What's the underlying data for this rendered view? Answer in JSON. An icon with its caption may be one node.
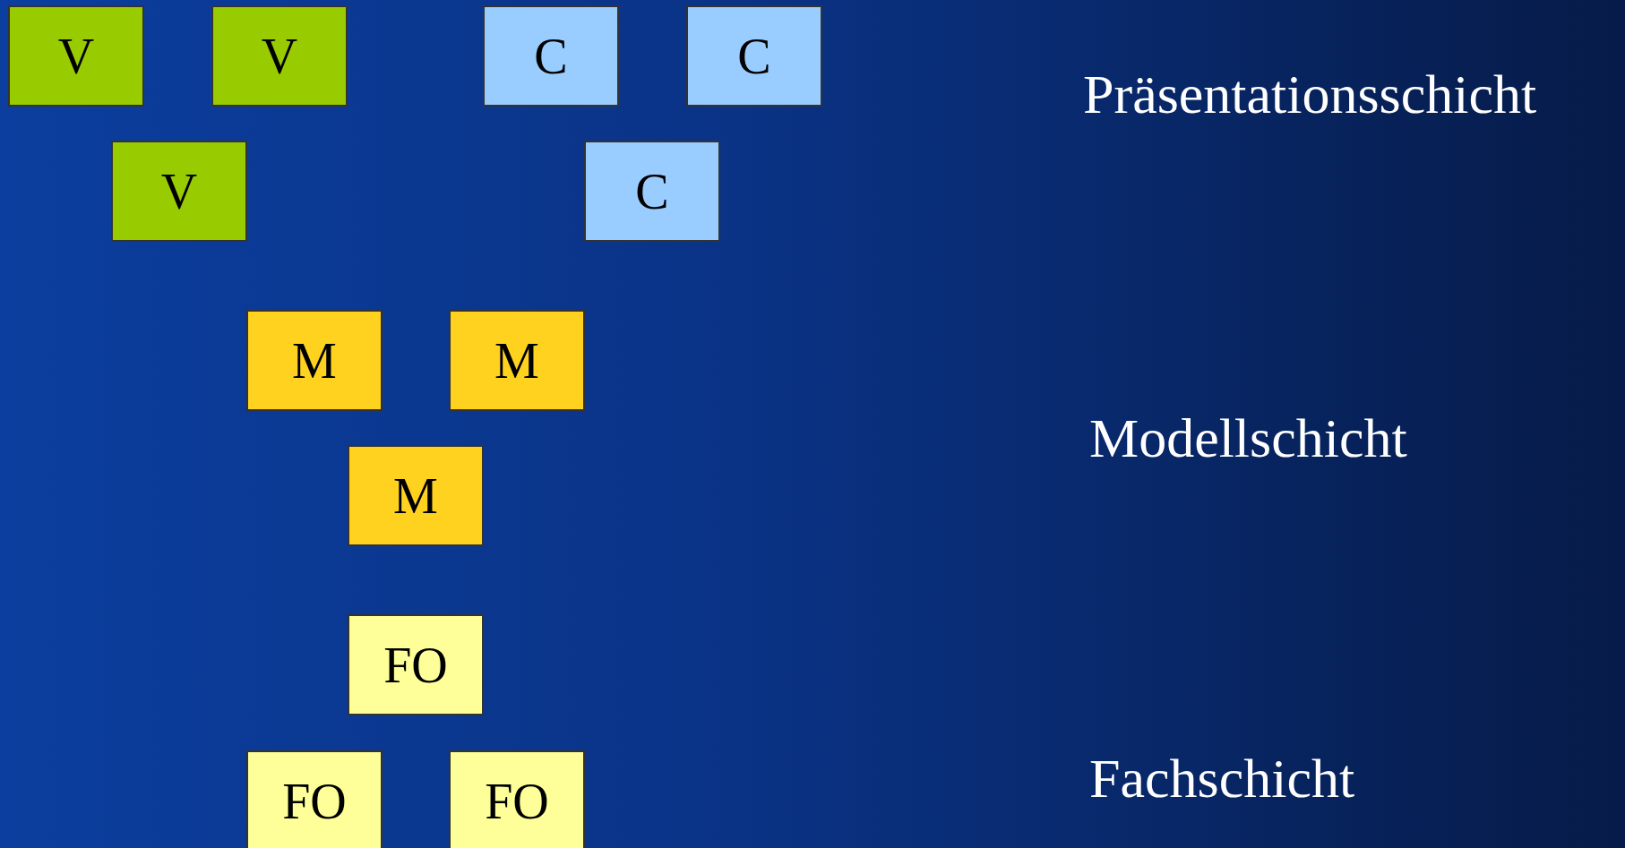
{
  "diagram": {
    "nodes": [
      {
        "text": [
          "V"
        ]
      },
      {
        "text": [
          "V"
        ]
      },
      {
        "text": [
          "C"
        ]
      },
      {
        "text": [
          "C"
        ]
      },
      {
        "text": [
          "V"
        ]
      },
      {
        "text": [
          "C"
        ]
      },
      {
        "text": [
          "M"
        ]
      },
      {
        "text": [
          "M"
        ]
      },
      {
        "text": [
          "M"
        ]
      },
      {
        "text": [
          "FO"
        ]
      },
      {
        "text": [
          "FO"
        ]
      },
      {
        "text": [
          "FO"
        ]
      }
    ],
    "labels": [
      "Präsentationsschicht",
      "Modellschicht",
      "Fachschicht"
    ]
  }
}
